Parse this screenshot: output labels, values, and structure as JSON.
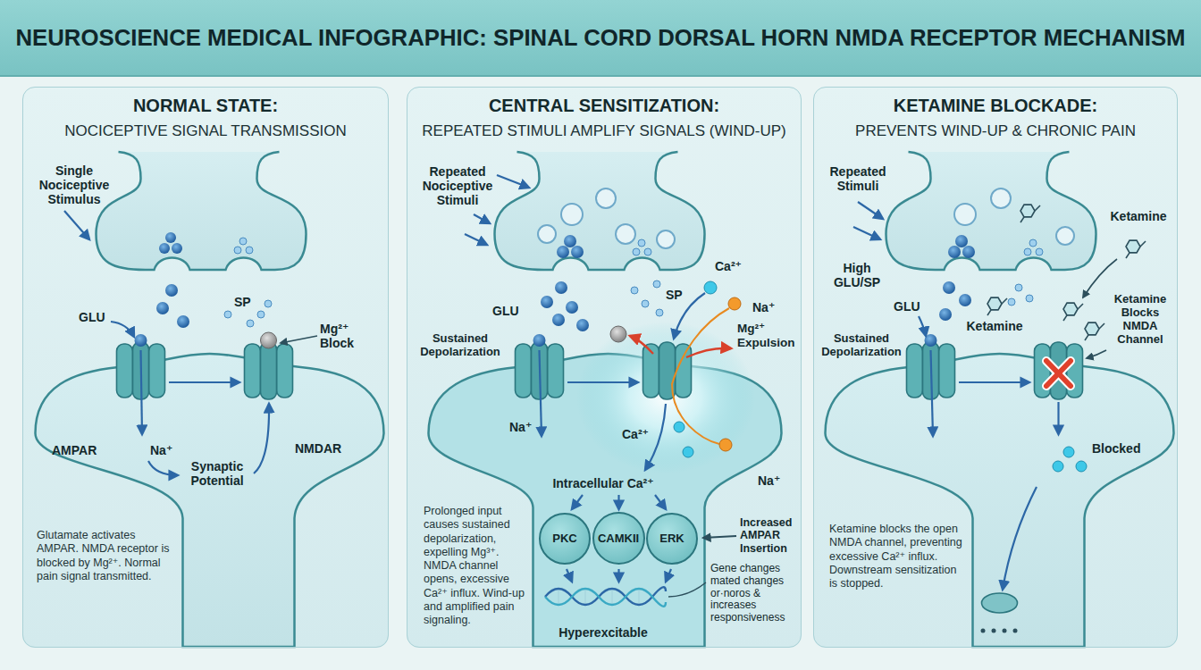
{
  "diagram": {
    "title": "NEUROSCIENCE MEDICAL INFOGRAPHIC: SPINAL CORD DORSAL HORN NMDA RECEPTOR MECHANISM",
    "nodes": [
      {
        "text": [
          "NORMAL STATE:",
          "NOCICEPTIVE SIGNAL TRANSMISSION",
          "Glutamate activates AMPAR. NMDA receptor is blocked by Mg²⁺. Normal pain signal transmitted."
        ]
      },
      {
        "text": [
          "CENTRAL SENSITIZATION:",
          "REPEATED STIMULI AMPLIFY SIGNALS (WIND-UP)",
          "Prolonged input causes sustained depolarization, expelling Mg³⁺. NMDA channel opens, excessive Ca²⁺ influx. Wind-up and amplified pain signaling."
        ]
      },
      {
        "text": [
          "KETAMINE BLOCKADE:",
          "PREVENTS WIND-UP & CHRONIC PAIN",
          "Ketamine blocks the open NMDA channel, preventing excessive Ca²⁺ influx. Downstream sensitization is stopped."
        ]
      },
      {
        "text": [
          "PKC"
        ],
        "in": 1
      },
      {
        "text": [
          "CAMKII"
        ],
        "in": 1
      },
      {
        "text": [
          "ERK"
        ],
        "in": 1
      }
    ],
    "labels": [
      "Single Nociceptive Stimulus",
      "GLU",
      "SP",
      "Mg²⁺ Block",
      "AMPAR",
      "Na⁺",
      "NMDAR",
      "Synaptic Potential",
      "Repeated Nociceptive Stimuli",
      "GLU",
      "SP",
      "Ca²⁺",
      "Na⁺",
      "Mg²⁺ Expulsion",
      "Sustained Depolarization",
      "Na⁺",
      "Ca²⁺",
      "Na⁺",
      "Intracellular Ca²⁺",
      "Increased AMPAR Insertion",
      "Gene changes mated changes or·noros & increases responsiveness",
      "Hyperexcitable",
      "Repeated Stimuli",
      "Ketamine",
      "High GLU/SP",
      "GLU",
      "Sustained Depolarization",
      "Ketamine",
      "Ketamine Blocks NMDA Channel",
      "Blocked"
    ]
  }
}
